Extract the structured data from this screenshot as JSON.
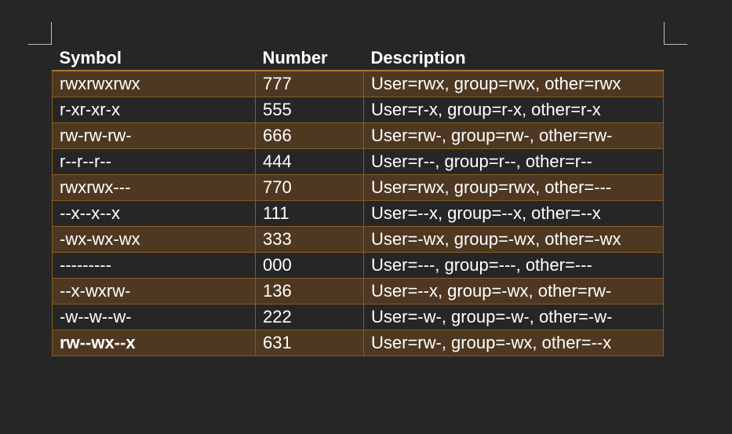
{
  "table": {
    "headers": [
      "Symbol",
      "Number",
      "Description"
    ],
    "rows": [
      {
        "symbol": "rwxrwxrwx",
        "number": "777",
        "description": "User=rwx, group=rwx, other=rwx"
      },
      {
        "symbol": "r-xr-xr-x",
        "number": "555",
        "description": "User=r-x, group=r-x, other=r-x"
      },
      {
        "symbol": "rw-rw-rw-",
        "number": "666",
        "description": "User=rw-, group=rw-, other=rw-"
      },
      {
        "symbol": "r--r--r--",
        "number": "444",
        "description": "User=r--, group=r--, other=r--"
      },
      {
        "symbol": "rwxrwx---",
        "number": "770",
        "description": "User=rwx, group=rwx, other=---"
      },
      {
        "symbol": "--x--x--x",
        "number": "111",
        "description": "User=--x, group=--x, other=--x"
      },
      {
        "symbol": "-wx-wx-wx",
        "number": "333",
        "description": "User=-wx, group=-wx, other=-wx"
      },
      {
        "symbol": "---------",
        "number": "000",
        "description": "User=---, group=---, other=---"
      },
      {
        "symbol": "--x-wxrw-",
        "number": "136",
        "description": "User=--x, group=-wx, other=rw-"
      },
      {
        "symbol": "-w--w--w-",
        "number": "222",
        "description": "User=-w-, group=-w-, other=-w-"
      },
      {
        "symbol": "rw--wx--x",
        "number": "631",
        "description": "User=rw-, group=-wx, other=--x"
      }
    ]
  },
  "colors": {
    "background": "#262626",
    "shaded_row": "#4e3821",
    "row_border": "#8a5a24",
    "text": "#ffffff"
  }
}
